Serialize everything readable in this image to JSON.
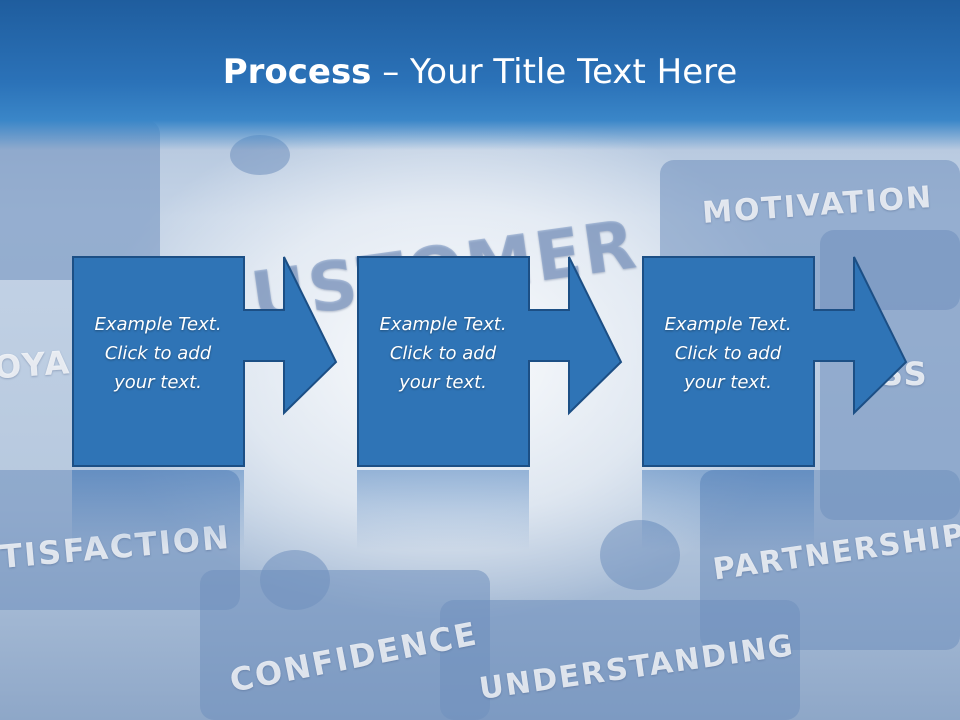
{
  "slide": {
    "title_bold": "Process",
    "title_rest": " – Your Title Text Here",
    "background_words": {
      "customer": "USTOMER",
      "motivation": "MOTIVATION",
      "loyalty": "OYAL",
      "success": "SS",
      "satisfaction": "TISFACTION",
      "partnership": "PARTNERSHIP",
      "confidence": "CONFIDENCE",
      "understanding": "UNDERSTANDING"
    },
    "steps": [
      {
        "line1": "Example Text.",
        "line2": "Click  to add",
        "line3": "your text."
      },
      {
        "line1": "Example Text.",
        "line2": "Click  to add",
        "line3": "your text."
      },
      {
        "line1": "Example Text.",
        "line2": "Click  to add",
        "line3": "your text."
      }
    ]
  },
  "colors": {
    "title_bar": "#2b72b8",
    "step_fill": "#2f74b6",
    "step_border": "#1c4f85",
    "title_text": "#ffffff"
  }
}
